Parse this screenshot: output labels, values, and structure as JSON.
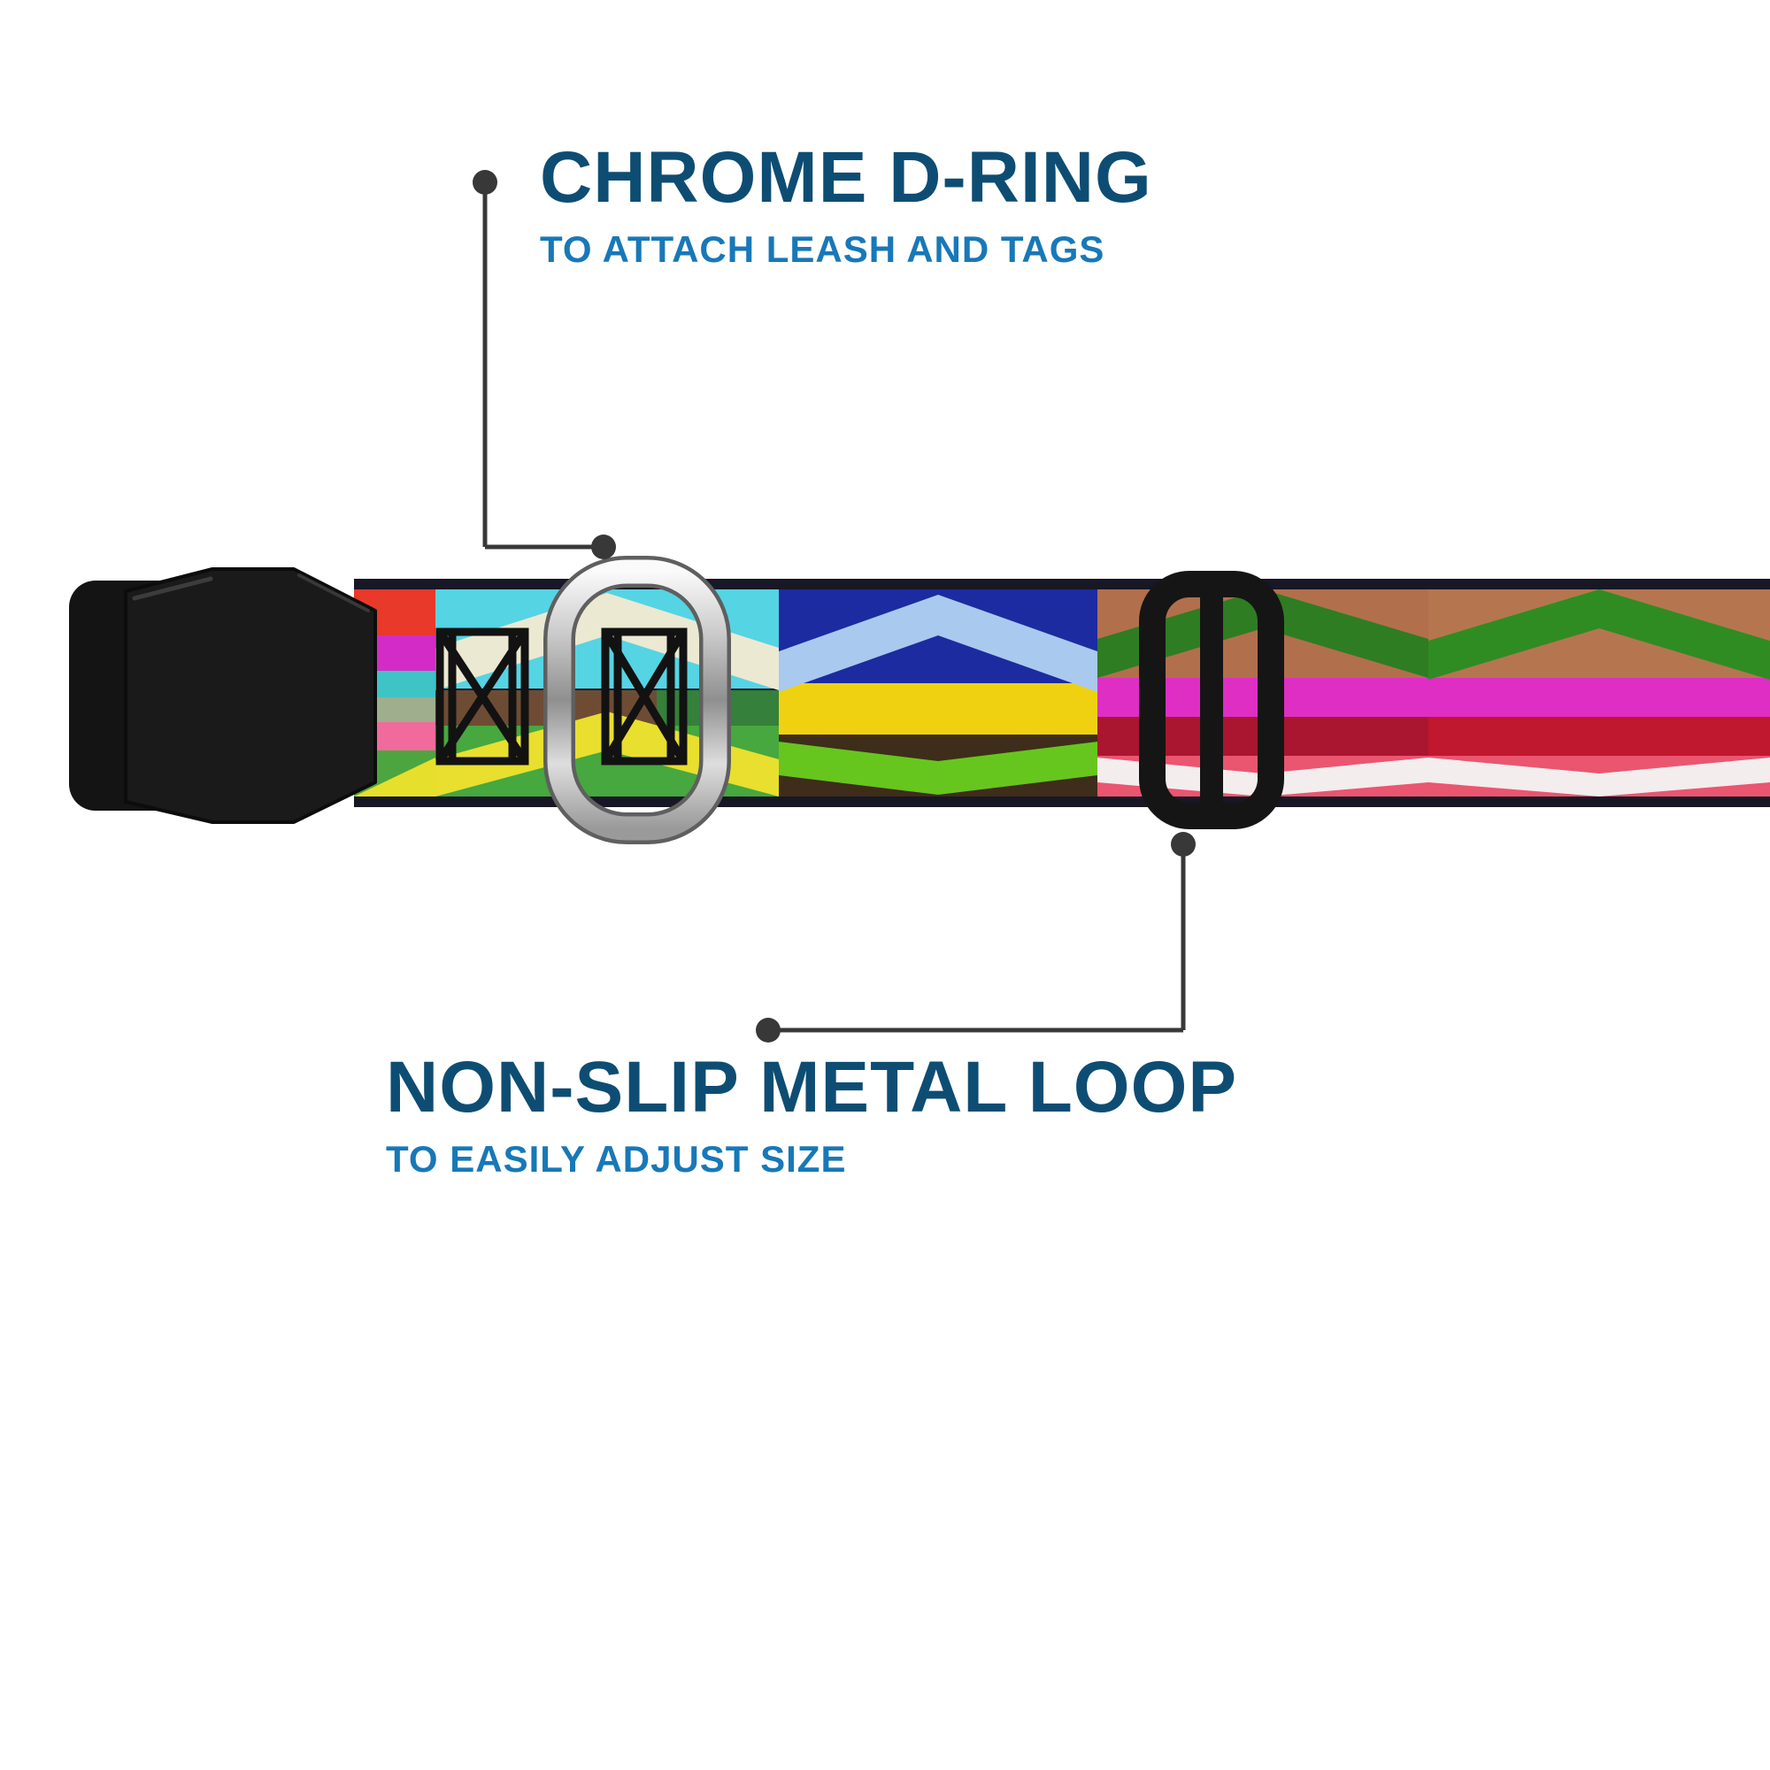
{
  "annotations": {
    "d_ring": {
      "title": "CHROME D-RING",
      "subtitle": "TO ATTACH LEASH AND TAGS"
    },
    "metal_loop": {
      "title": "NON-SLIP METAL LOOP",
      "subtitle": "TO EASILY ADJUST SIZE"
    }
  },
  "colors": {
    "background": "#ffffff",
    "title_text": "#0e4d73",
    "subtitle_text": "#1878b8",
    "callout_line": "#383838"
  }
}
